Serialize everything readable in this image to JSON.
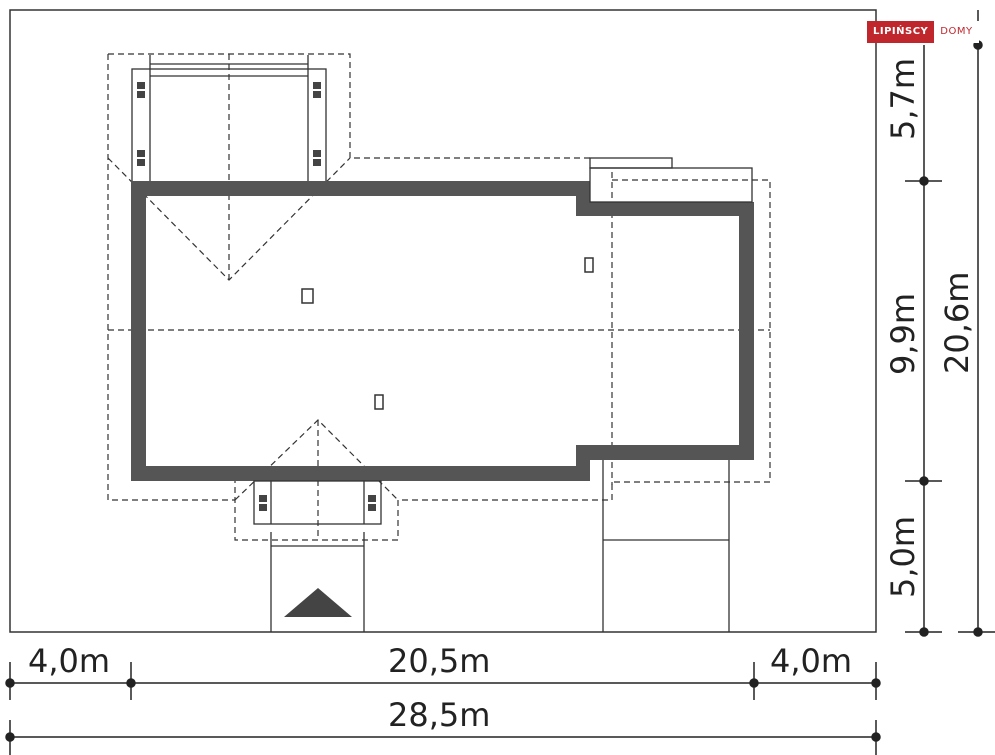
{
  "brand": {
    "name_bold": "LIPIŃSCY",
    "name_light": "DOMY",
    "colors": {
      "red": "#c0272d",
      "white": "#ffffff"
    }
  },
  "dimensions": {
    "left_setback": "4,0m",
    "house_width": "20,5m",
    "right_setback": "4,0m",
    "total_width": "28,5m",
    "top_setback": "5,7m",
    "house_depth": "9,9m",
    "bottom_setback": "5,0m",
    "total_depth": "20,6m"
  },
  "colors": {
    "wall": "#555555",
    "line": "#333333"
  }
}
